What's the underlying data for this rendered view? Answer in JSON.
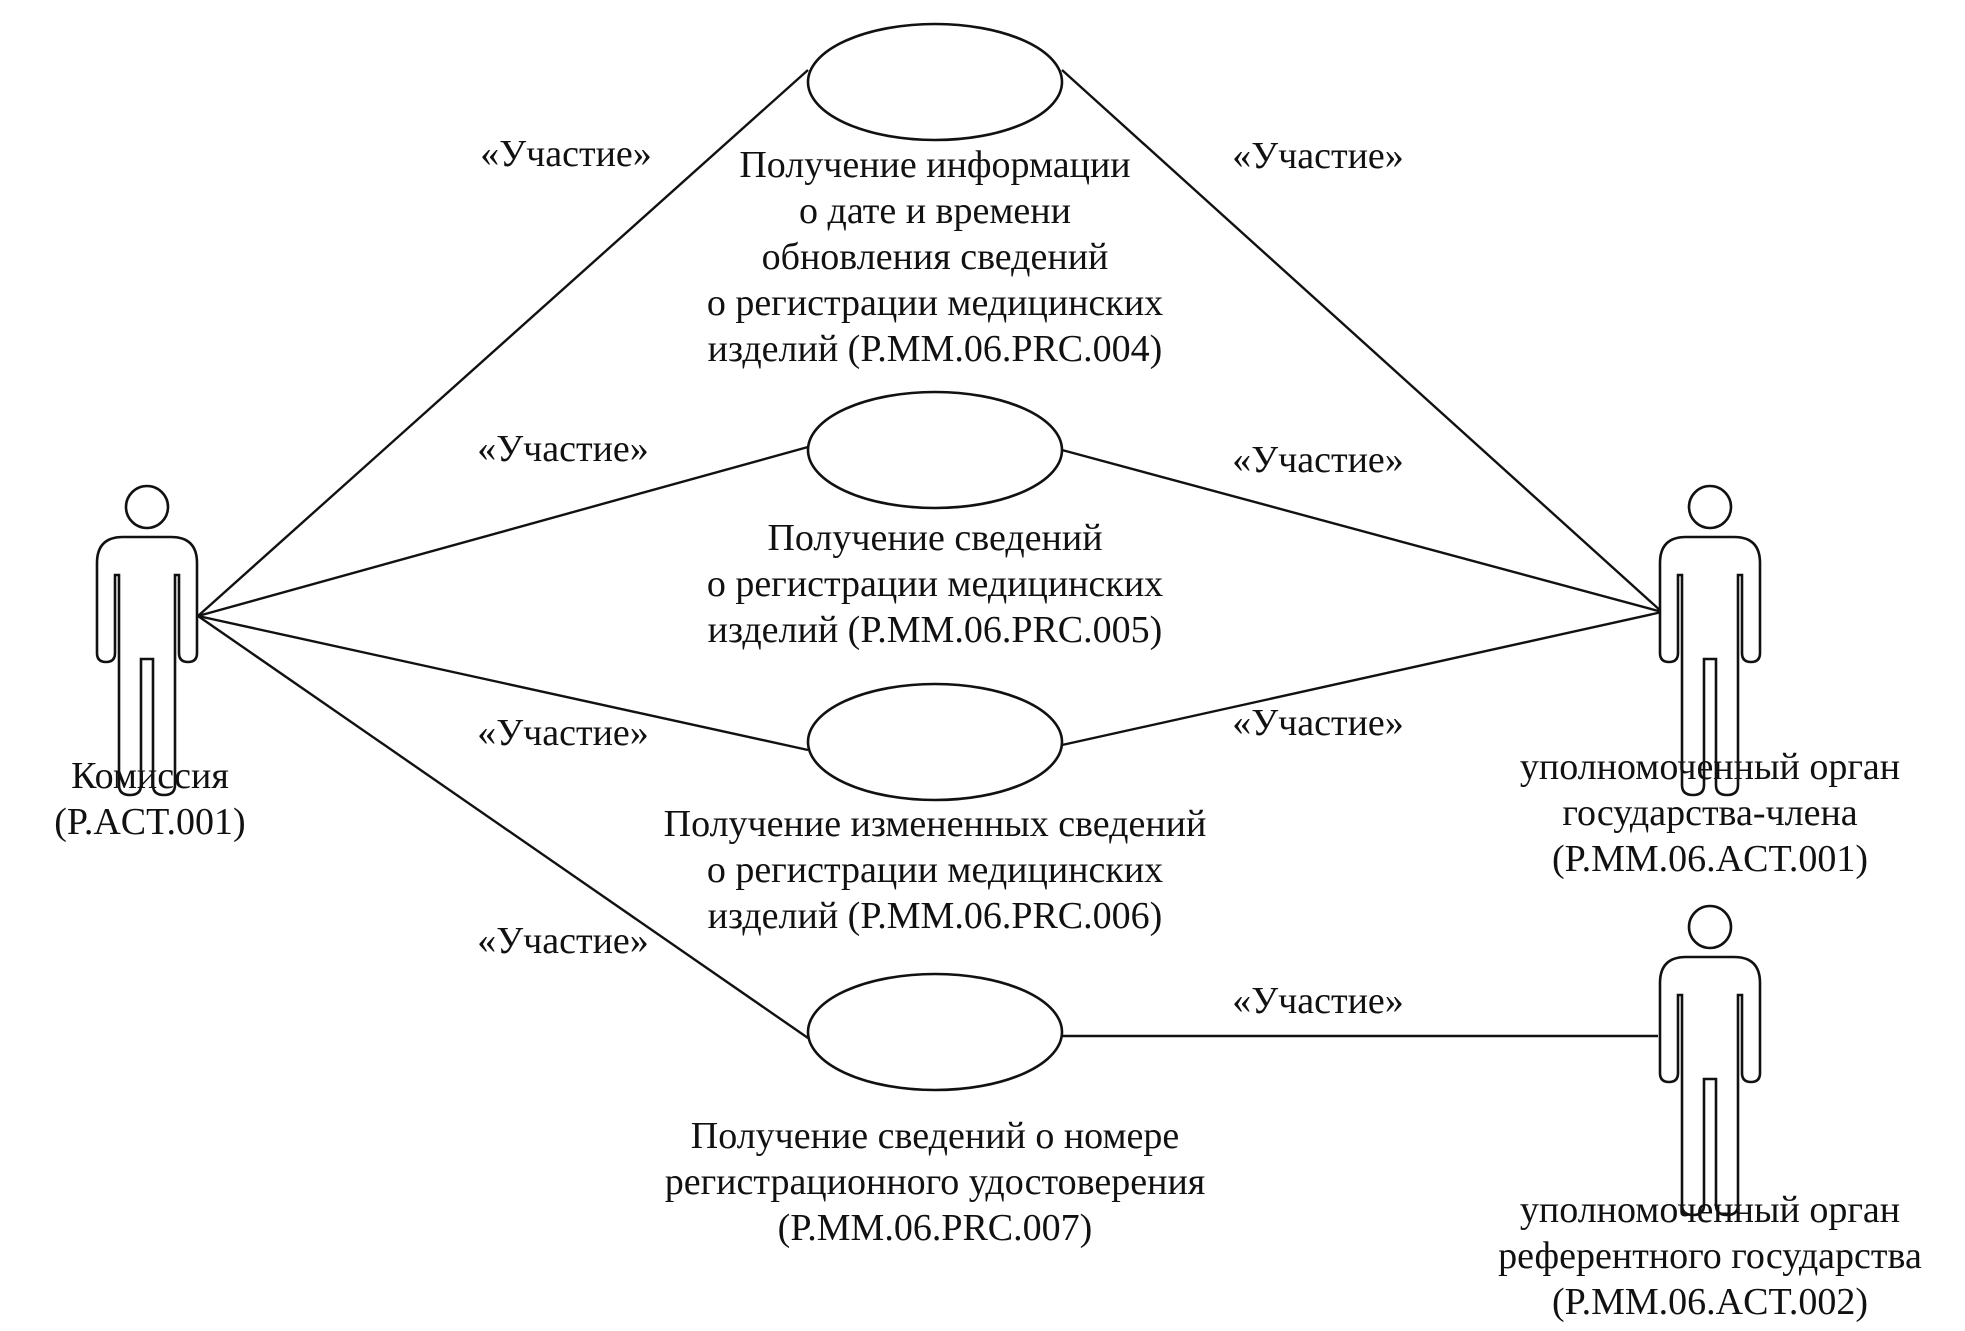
{
  "stereotype": "«Участие»",
  "actors": [
    {
      "id": "commission",
      "lines": [
        "Комиссия",
        "(P.ACT.001)"
      ]
    },
    {
      "id": "member-state",
      "lines": [
        "уполномоченный орган",
        "государства-члена",
        "(P.MM.06.ACT.001)"
      ]
    },
    {
      "id": "reference-state",
      "lines": [
        "уполномоченный орган",
        "референтного государства",
        "(P.MM.06.ACT.002)"
      ]
    }
  ],
  "use_cases": [
    {
      "id": "prc004",
      "lines": [
        "Получение информации",
        "о дате и времени",
        "обновления сведений",
        "о регистрации медицинских",
        "изделий (P.MM.06.PRC.004)"
      ]
    },
    {
      "id": "prc005",
      "lines": [
        "Получение сведений",
        "о регистрации медицинских",
        "изделий (P.MM.06.PRC.005)"
      ]
    },
    {
      "id": "prc006",
      "lines": [
        "Получение измененных сведений",
        "о регистрации медицинских",
        "изделий (P.MM.06.PRC.006)"
      ]
    },
    {
      "id": "prc007",
      "lines": [
        "Получение сведений о номере",
        "регистрационного удостоверения",
        "(P.MM.06.PRC.007)"
      ]
    }
  ],
  "associations": [
    {
      "from": "commission",
      "to": "prc004",
      "label": "«Участие»"
    },
    {
      "from": "commission",
      "to": "prc005",
      "label": "«Участие»"
    },
    {
      "from": "commission",
      "to": "prc006",
      "label": "«Участие»"
    },
    {
      "from": "commission",
      "to": "prc007",
      "label": "«Участие»"
    },
    {
      "from": "prc004",
      "to": "member-state",
      "label": "«Участие»"
    },
    {
      "from": "prc005",
      "to": "member-state",
      "label": "«Участие»"
    },
    {
      "from": "prc006",
      "to": "member-state",
      "label": "«Участие»"
    },
    {
      "from": "prc007",
      "to": "reference-state",
      "label": "«Участие»"
    }
  ]
}
